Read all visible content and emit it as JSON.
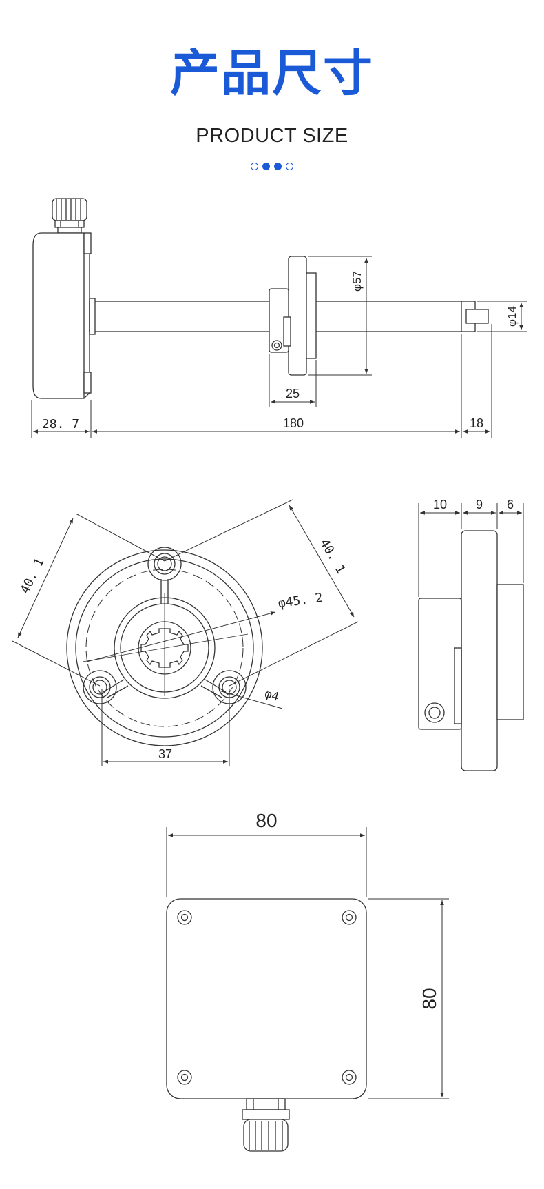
{
  "header": {
    "title_cn": "产品尺寸",
    "title_en": "PRODUCT SIZE",
    "accent_color": "#1a5ad7"
  },
  "side_view": {
    "dim_housing": "28. 7",
    "dim_probe": "180",
    "dim_tip": "18",
    "dim_flange_width": "25",
    "dim_flange_dia": "φ57",
    "dim_probe_dia": "φ14"
  },
  "flange_view": {
    "dim_left": "40. 1",
    "dim_right": "40. 1",
    "dim_circle": "φ45. 2",
    "dim_hole": "φ4",
    "dim_bottom": "37"
  },
  "flange_side_view": {
    "dim_a": "10",
    "dim_b": "9",
    "dim_c": "6"
  },
  "front_view": {
    "dim_width": "80",
    "dim_height": "80"
  }
}
